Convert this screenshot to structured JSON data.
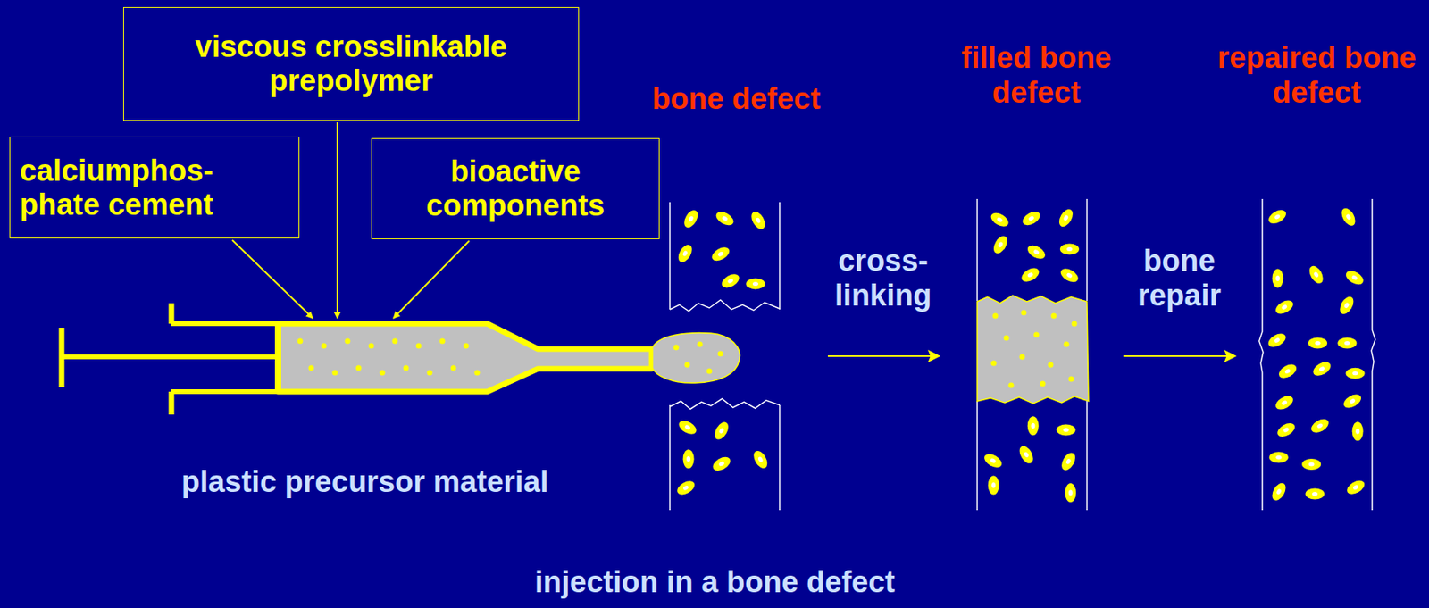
{
  "diagram": {
    "caption": "injection in a bone defect",
    "nodes": [
      {
        "text": [
          "viscous crosslinkable prepolymer"
        ]
      },
      {
        "text": [
          "calciumphos- phate cement"
        ]
      },
      {
        "text": [
          "bioactive components"
        ]
      }
    ],
    "labels": [
      "bone defect",
      "filled bone defect",
      "repaired bone defect",
      "cross- linking",
      "bone repair",
      "plastic precursor material"
    ]
  }
}
